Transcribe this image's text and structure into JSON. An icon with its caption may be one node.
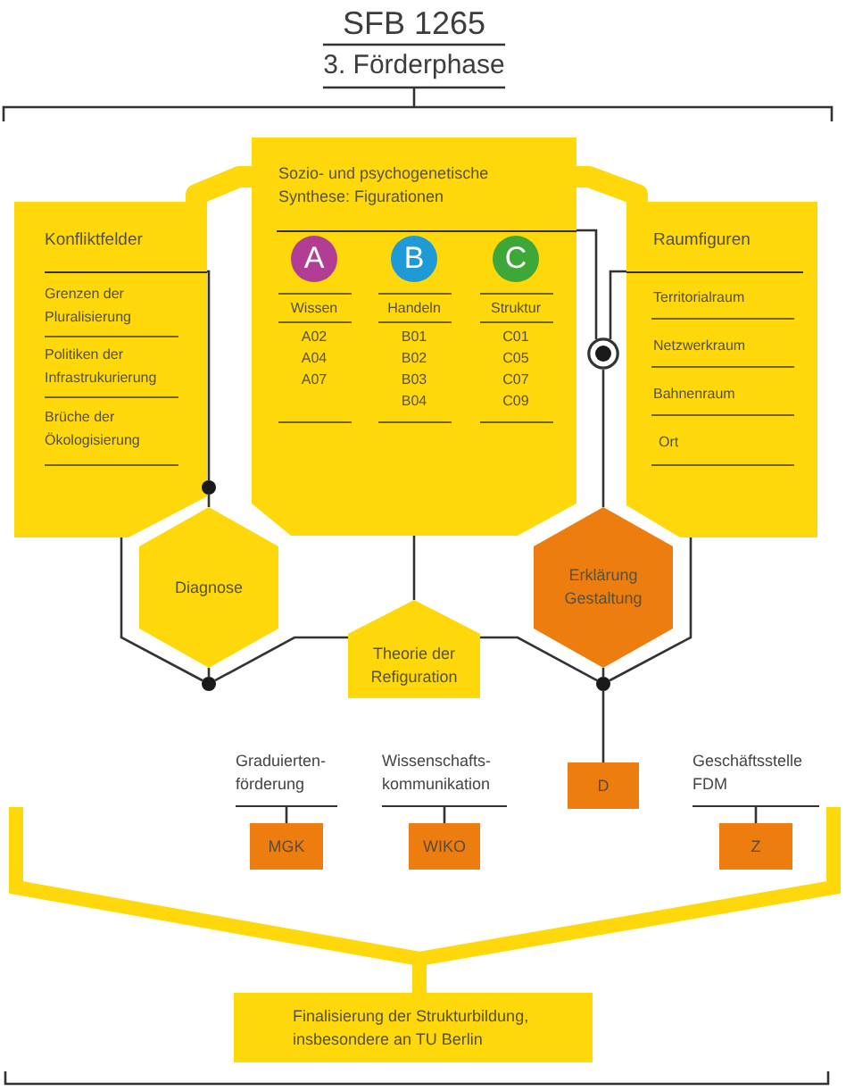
{
  "diagram": {
    "title": "SFB 1265",
    "nodes": [
      {
        "text": [
          "Sozio- und psychogenetische Synthese: Figurationen"
        ]
      },
      {
        "text": [
          "A"
        ],
        "in": 0,
        "beside": [
          "Wissen",
          "A02",
          "A04",
          "A07"
        ]
      },
      {
        "text": [
          "B"
        ],
        "in": 0,
        "beside": [
          "Handeln",
          "B01",
          "B02",
          "B03",
          "B04"
        ]
      },
      {
        "text": [
          "C"
        ],
        "in": 0,
        "beside": [
          "Struktur",
          "C01",
          "C05",
          "C07",
          "C09"
        ]
      },
      {
        "text": [
          "Konfliktfelder",
          "Grenzen der Pluralisierung",
          "Politiken der Infrastrukurierung",
          "Brüche der Ökologisierung"
        ]
      },
      {
        "text": [
          "Raumfiguren",
          "Territorialraum",
          "Netzwerkraum",
          "Bahnenraum",
          "Ort"
        ]
      },
      {
        "text": [],
        "shape": "circle"
      },
      {
        "text": [],
        "shape": "circle"
      },
      {
        "text": [
          "Diagnose"
        ]
      },
      {
        "text": [
          "Erklärung Gestaltung"
        ]
      },
      {
        "text": [
          "Theorie der Refiguration"
        ]
      },
      {
        "text": [],
        "shape": "circle"
      },
      {
        "text": [],
        "shape": "circle"
      },
      {
        "text": [
          "Graduierten- förderung"
        ]
      },
      {
        "text": [
          "Wissenschafts- kommunikation"
        ]
      },
      {
        "text": [
          "D"
        ]
      },
      {
        "text": [
          "Geschäftsstelle FDM"
        ]
      },
      {
        "text": [
          "MGK"
        ]
      },
      {
        "text": [
          "WIKO"
        ]
      },
      {
        "text": [
          "Z"
        ]
      },
      {
        "text": [
          "Finalisierung der Strukturbildung, insbesondere an TU Berlin"
        ]
      }
    ],
    "edges": [
      {
        "from": 0,
        "to": 4,
        "arrow": "none",
        "style": "thick",
        "color": "#fed80b"
      },
      {
        "from": 0,
        "to": 5,
        "arrow": "none",
        "style": "thick",
        "color": "#fed80b"
      },
      {
        "from": 4,
        "to": 7,
        "arrow": "none"
      },
      {
        "from": 0,
        "to": 6,
        "arrow": "none"
      },
      {
        "from": 5,
        "to": 6,
        "arrow": "none"
      },
      {
        "from": 6,
        "to": 9,
        "arrow": "none"
      },
      {
        "from": 7,
        "to": 8,
        "arrow": "none"
      },
      {
        "from": 4,
        "to": 11,
        "arrow": "none"
      },
      {
        "from": 8,
        "to": 11,
        "arrow": "none"
      },
      {
        "from": 10,
        "to": 11,
        "arrow": "none"
      },
      {
        "from": 0,
        "to": 10,
        "arrow": "none"
      },
      {
        "from": 10,
        "to": 12,
        "arrow": "none"
      },
      {
        "from": 9,
        "to": 12,
        "arrow": "none"
      },
      {
        "from": 5,
        "to": 12,
        "arrow": "none"
      },
      {
        "from": 12,
        "to": 15,
        "arrow": "none"
      },
      {
        "from": 13,
        "to": 17,
        "arrow": "none"
      },
      {
        "from": 14,
        "to": 18,
        "arrow": "none"
      },
      {
        "from": 16,
        "to": 19,
        "arrow": "none"
      }
    ],
    "labels": [
      "3. Förderphase"
    ]
  }
}
